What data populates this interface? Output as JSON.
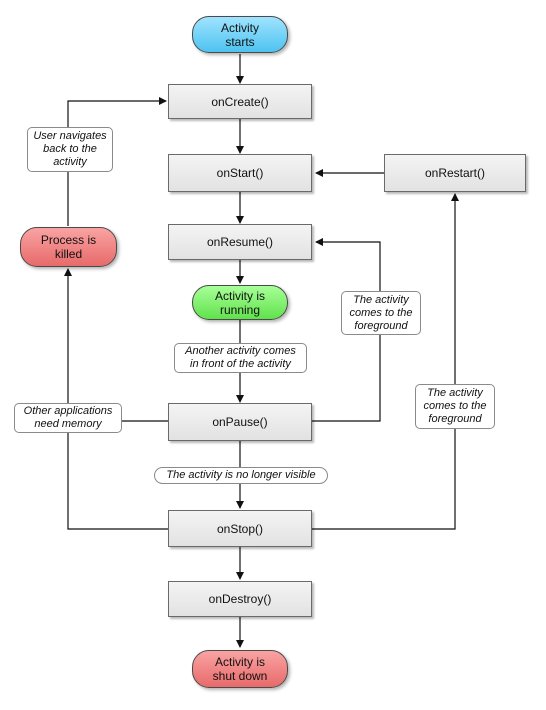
{
  "nodes": {
    "activity_starts": [
      "Activity",
      "starts"
    ],
    "on_create": "onCreate()",
    "on_start": "onStart()",
    "on_restart": "onRestart()",
    "on_resume": "onResume()",
    "activity_running": [
      "Activity is",
      "running"
    ],
    "on_pause": "onPause()",
    "on_stop": "onStop()",
    "on_destroy": "onDestroy()",
    "process_killed": [
      "Process is",
      "killed"
    ],
    "activity_shut_down": [
      "Activity is",
      "shut down"
    ]
  },
  "labels": {
    "user_navigates_back": [
      "User navigates",
      "back to the",
      "activity"
    ],
    "another_activity_front": [
      "Another activity comes",
      "in front of the activity"
    ],
    "activity_foreground_resume": [
      "The activity",
      "comes to the",
      "foreground"
    ],
    "activity_foreground_restart": [
      "The activity",
      "comes to the",
      "foreground"
    ],
    "other_apps_need_memory": [
      "Other applications",
      "need memory"
    ],
    "no_longer_visible": "The activity is no longer visible"
  },
  "colors": {
    "start": "#5bc8f5",
    "running": "#70e65c",
    "terminal": "#ec7474",
    "method_fill": "#ebebeb",
    "line": "#111111"
  }
}
